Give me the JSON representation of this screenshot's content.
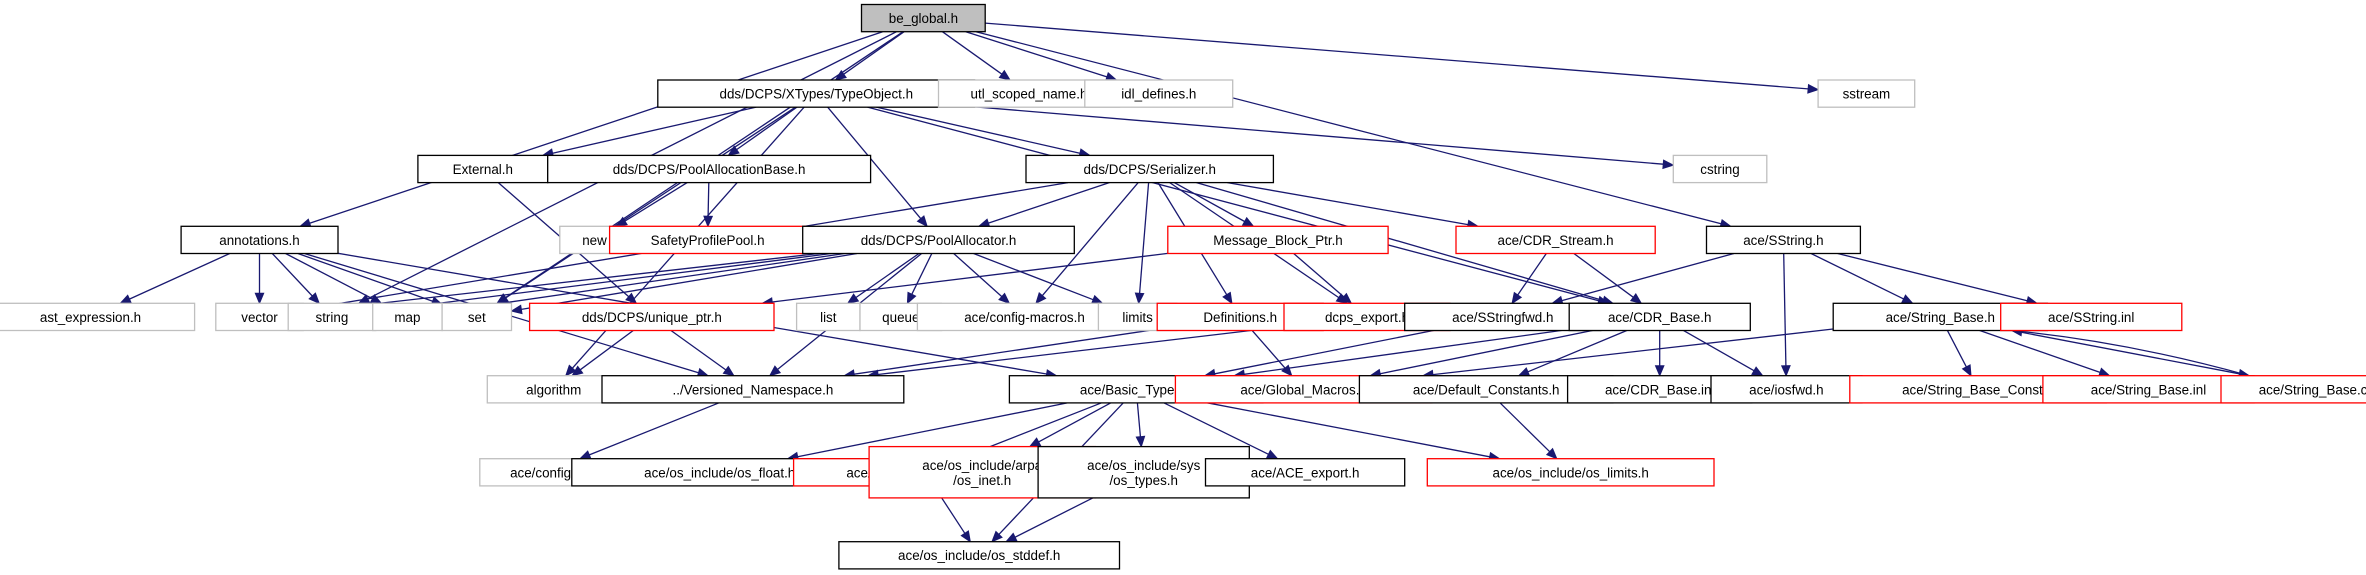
{
  "diagram": {
    "type": "include-dependency-graph",
    "colors": {
      "edge": "#191970",
      "root_fill": "#bfbfbf",
      "documented_border": "#000000",
      "undocumented_border": "#ff0000",
      "external_border": "#bfbfbf",
      "external_text": "#000000"
    },
    "nodes": [
      {
        "id": "be_global",
        "label": "be_global.h",
        "kind": "root"
      },
      {
        "id": "typeobject",
        "label": "dds/DCPS/XTypes/TypeObject.h",
        "kind": "documented"
      },
      {
        "id": "utl_scoped",
        "label": "utl_scoped_name.h",
        "kind": "external"
      },
      {
        "id": "idl_defines",
        "label": "idl_defines.h",
        "kind": "external"
      },
      {
        "id": "sstream",
        "label": "sstream",
        "kind": "external"
      },
      {
        "id": "external",
        "label": "External.h",
        "kind": "documented"
      },
      {
        "id": "poolallocbase",
        "label": "dds/DCPS/PoolAllocationBase.h",
        "kind": "documented"
      },
      {
        "id": "serializer",
        "label": "dds/DCPS/Serializer.h",
        "kind": "documented"
      },
      {
        "id": "cstring",
        "label": "cstring",
        "kind": "external"
      },
      {
        "id": "new",
        "label": "new",
        "kind": "external"
      },
      {
        "id": "safetypool",
        "label": "SafetyProfilePool.h",
        "kind": "undocumented"
      },
      {
        "id": "annotations",
        "label": "annotations.h",
        "kind": "documented"
      },
      {
        "id": "poolallocator",
        "label": "dds/DCPS/PoolAllocator.h",
        "kind": "documented"
      },
      {
        "id": "msgblock",
        "label": "Message_Block_Ptr.h",
        "kind": "undocumented"
      },
      {
        "id": "cdrstream",
        "label": "ace/CDR_Stream.h",
        "kind": "undocumented"
      },
      {
        "id": "sstring",
        "label": "ace/SString.h",
        "kind": "documented"
      },
      {
        "id": "ast_expr",
        "label": "ast_expression.h",
        "kind": "external"
      },
      {
        "id": "vector",
        "label": "vector",
        "kind": "external"
      },
      {
        "id": "string",
        "label": "string",
        "kind": "external"
      },
      {
        "id": "map",
        "label": "map",
        "kind": "external"
      },
      {
        "id": "set",
        "label": "set",
        "kind": "external"
      },
      {
        "id": "uniqueptr",
        "label": "dds/DCPS/unique_ptr.h",
        "kind": "undocumented"
      },
      {
        "id": "list",
        "label": "list",
        "kind": "external"
      },
      {
        "id": "queue",
        "label": "queue",
        "kind": "external"
      },
      {
        "id": "configmacros",
        "label": "ace/config-macros.h",
        "kind": "external"
      },
      {
        "id": "limits",
        "label": "limits",
        "kind": "external"
      },
      {
        "id": "definitions",
        "label": "Definitions.h",
        "kind": "undocumented"
      },
      {
        "id": "dcpsexport",
        "label": "dcps_export.h",
        "kind": "undocumented"
      },
      {
        "id": "sstringfwd",
        "label": "ace/SStringfwd.h",
        "kind": "documented"
      },
      {
        "id": "cdrbase",
        "label": "ace/CDR_Base.h",
        "kind": "documented"
      },
      {
        "id": "stringbase",
        "label": "ace/String_Base.h",
        "kind": "documented"
      },
      {
        "id": "sstringinl",
        "label": "ace/SString.inl",
        "kind": "undocumented"
      },
      {
        "id": "algorithm",
        "label": "algorithm",
        "kind": "external"
      },
      {
        "id": "versioned",
        "label": "../Versioned_Namespace.h",
        "kind": "documented"
      },
      {
        "id": "basictypes",
        "label": "ace/Basic_Types.h",
        "kind": "documented"
      },
      {
        "id": "globalmacros",
        "label": "ace/Global_Macros.h",
        "kind": "undocumented"
      },
      {
        "id": "defconstants",
        "label": "ace/Default_Constants.h",
        "kind": "documented"
      },
      {
        "id": "cdrbaseinl",
        "label": "ace/CDR_Base.inl",
        "kind": "documented"
      },
      {
        "id": "iosfwd",
        "label": "ace/iosfwd.h",
        "kind": "documented"
      },
      {
        "id": "stringbaseconst",
        "label": "ace/String_Base_Const.h",
        "kind": "undocumented"
      },
      {
        "id": "stringbaseinl",
        "label": "ace/String_Base.inl",
        "kind": "undocumented"
      },
      {
        "id": "stringbasecpp",
        "label": "ace/String_Base.cpp",
        "kind": "undocumented"
      },
      {
        "id": "aceconfig",
        "label": "ace/config.h",
        "kind": "external"
      },
      {
        "id": "osfloat",
        "label": "ace/os_include/os_float.h",
        "kind": "documented"
      },
      {
        "id": "osstdlib",
        "label": "ace/os_include/os_stdlib.h",
        "kind": "undocumented"
      },
      {
        "id": "osinet",
        "label": "ace/os_include/arpa\n/os_inet.h",
        "kind": "undocumented"
      },
      {
        "id": "ostypes",
        "label": "ace/os_include/sys\n/os_types.h",
        "kind": "documented"
      },
      {
        "id": "aceexport",
        "label": "ace/ACE_export.h",
        "kind": "documented"
      },
      {
        "id": "oslimits",
        "label": "ace/os_include/os_limits.h",
        "kind": "undocumented"
      },
      {
        "id": "osstddef",
        "label": "ace/os_include/os_stddef.h",
        "kind": "documented"
      }
    ],
    "edges": [
      [
        "be_global",
        "typeobject"
      ],
      [
        "be_global",
        "utl_scoped"
      ],
      [
        "be_global",
        "idl_defines"
      ],
      [
        "be_global",
        "sstream"
      ],
      [
        "be_global",
        "annotations"
      ],
      [
        "be_global",
        "string"
      ],
      [
        "be_global",
        "set"
      ],
      [
        "be_global",
        "sstring"
      ],
      [
        "typeobject",
        "external"
      ],
      [
        "typeobject",
        "poolallocbase"
      ],
      [
        "typeobject",
        "serializer"
      ],
      [
        "typeobject",
        "cstring"
      ],
      [
        "typeobject",
        "poolallocator"
      ],
      [
        "typeobject",
        "cdrbase"
      ],
      [
        "typeobject",
        "algorithm"
      ],
      [
        "typeobject",
        "set"
      ],
      [
        "external",
        "uniqueptr"
      ],
      [
        "poolallocbase",
        "new"
      ],
      [
        "poolallocbase",
        "safetypool"
      ],
      [
        "serializer",
        "poolallocator"
      ],
      [
        "serializer",
        "msgblock"
      ],
      [
        "serializer",
        "cdrstream"
      ],
      [
        "serializer",
        "definitions"
      ],
      [
        "serializer",
        "dcpsexport"
      ],
      [
        "serializer",
        "limits"
      ],
      [
        "serializer",
        "configmacros"
      ],
      [
        "serializer",
        "cdrbase"
      ],
      [
        "serializer",
        "vector"
      ],
      [
        "annotations",
        "ast_expr"
      ],
      [
        "annotations",
        "vector"
      ],
      [
        "annotations",
        "string"
      ],
      [
        "annotations",
        "map"
      ],
      [
        "annotations",
        "set"
      ],
      [
        "annotations",
        "versioned"
      ],
      [
        "annotations",
        "basictypes"
      ],
      [
        "poolallocator",
        "vector"
      ],
      [
        "poolallocator",
        "string"
      ],
      [
        "poolallocator",
        "map"
      ],
      [
        "poolallocator",
        "set"
      ],
      [
        "poolallocator",
        "list"
      ],
      [
        "poolallocator",
        "queue"
      ],
      [
        "poolallocator",
        "configmacros"
      ],
      [
        "poolallocator",
        "limits"
      ],
      [
        "poolallocator",
        "versioned"
      ],
      [
        "msgblock",
        "uniqueptr"
      ],
      [
        "msgblock",
        "dcpsexport"
      ],
      [
        "cdrstream",
        "sstringfwd"
      ],
      [
        "cdrstream",
        "cdrbase"
      ],
      [
        "sstring",
        "sstringfwd"
      ],
      [
        "sstring",
        "stringbase"
      ],
      [
        "sstring",
        "sstringinl"
      ],
      [
        "sstring",
        "iosfwd"
      ],
      [
        "uniqueptr",
        "algorithm"
      ],
      [
        "uniqueptr",
        "versioned"
      ],
      [
        "definitions",
        "versioned"
      ],
      [
        "definitions",
        "globalmacros"
      ],
      [
        "dcpsexport",
        "versioned"
      ],
      [
        "sstringfwd",
        "basictypes"
      ],
      [
        "cdrbase",
        "basictypes"
      ],
      [
        "cdrbase",
        "globalmacros"
      ],
      [
        "cdrbase",
        "defconstants"
      ],
      [
        "cdrbase",
        "cdrbaseinl"
      ],
      [
        "cdrbase",
        "iosfwd"
      ],
      [
        "stringbase",
        "globalmacros"
      ],
      [
        "stringbase",
        "stringbaseconst"
      ],
      [
        "stringbase",
        "stringbaseinl"
      ],
      [
        "stringbase",
        "stringbasecpp"
      ],
      [
        "stringbasecpp",
        "stringbase"
      ],
      [
        "versioned",
        "aceconfig"
      ],
      [
        "basictypes",
        "osfloat"
      ],
      [
        "basictypes",
        "osstdlib"
      ],
      [
        "basictypes",
        "osinet"
      ],
      [
        "basictypes",
        "ostypes"
      ],
      [
        "basictypes",
        "aceexport"
      ],
      [
        "basictypes",
        "oslimits"
      ],
      [
        "basictypes",
        "osstddef"
      ],
      [
        "defconstants",
        "oslimits"
      ],
      [
        "osstdlib",
        "osstddef"
      ],
      [
        "ostypes",
        "osstddef"
      ]
    ]
  }
}
